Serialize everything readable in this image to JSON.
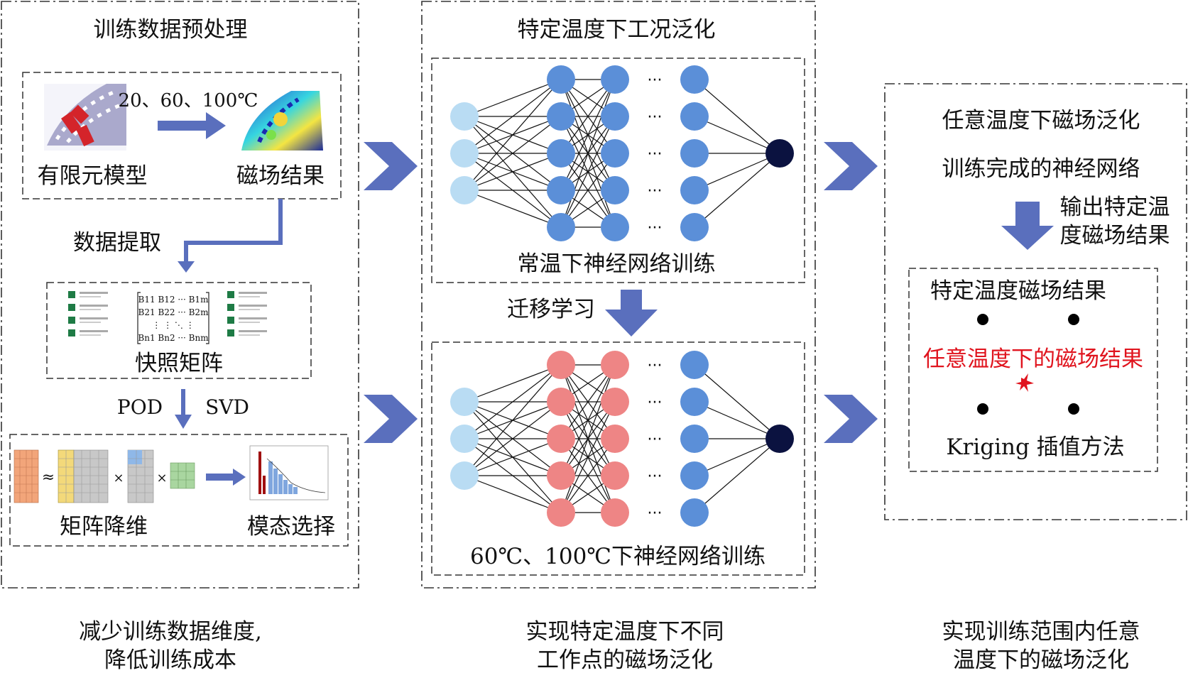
{
  "left_panel": {
    "title": "训练数据预处理",
    "fem_label": "有限元模型",
    "temps_label": "20、60、100℃",
    "field_label": "磁场结果",
    "extract_label": "数据提取",
    "snapshot_label": "快照矩阵",
    "pod_label": "POD",
    "svd_label": "SVD",
    "reduce_label": "矩阵降维",
    "mode_label": "模态选择",
    "approx_symbol": "≈",
    "times_symbol": "×",
    "matrix_rows": [
      "B11 B12 ··· B1m",
      "B21 B22 ··· B2m",
      "⋮ ⋮ ⋱ ⋮",
      "Bn1 Bn2 ··· Bnm"
    ],
    "caption_line1": "减少训练数据维度,",
    "caption_line2": "降低训练成本"
  },
  "middle_panel": {
    "title": "特定温度下工况泛化",
    "top_net_label": "常温下神经网络训练",
    "transfer_label": "迁移学习",
    "bottom_net_label": "60℃、100℃下神经网络训练",
    "ellipsis": "···",
    "caption_line1": "实现特定温度下不同",
    "caption_line2": "工作点的磁场泛化"
  },
  "right_panel": {
    "title": "任意温度下磁场泛化",
    "trained_label": "训练完成的神经网络",
    "output_line1": "输出特定温",
    "output_line2": "度磁场结果",
    "specific_label": "特定温度磁场结果",
    "arbitrary_label": "任意温度下的磁场结果",
    "kriging_label": "Kriging 插值方法",
    "caption_line1": "实现训练范围内任意",
    "caption_line2": "温度下的磁场泛化"
  },
  "colors": {
    "arrow": "#5a6fbd",
    "input_node": "#b9dcf3",
    "hidden_node": "#5b8fd8",
    "red_node": "#ee8585",
    "output_node": "#0b1240",
    "accent_red": "#e0141e"
  }
}
